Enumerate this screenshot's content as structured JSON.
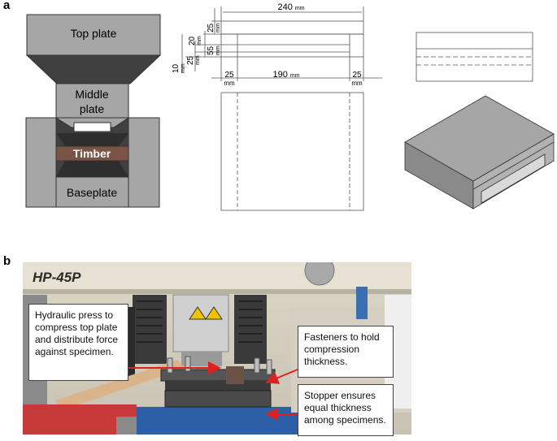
{
  "panel_a": {
    "letter": "a",
    "press": {
      "top_plate": "Top plate",
      "middle_plate_line1": "Middle",
      "middle_plate_line2": "plate",
      "timber": "Timber",
      "baseplate": "Baseplate"
    },
    "dimensions": {
      "width_total": "240",
      "width_middle": "190",
      "left_margin": "25",
      "right_margin": "25",
      "top_height": "25",
      "h_20": "20",
      "h_55": "55",
      "h_25": "25",
      "h_10": "10",
      "unit": "mm"
    }
  },
  "panel_b": {
    "letter": "b",
    "machine_label": "HP-45P",
    "callouts": {
      "hydraulic": "Hydraulic press to compress top plate and distribute force against specimen.",
      "fasteners": "Fasteners to hold compression thickness.",
      "stopper": "Stopper ensures equal thickness among specimens."
    }
  },
  "colors": {
    "plate_grey": "#a6a6a6",
    "dark_grey": "#404040",
    "timber_brown": "#7a5446",
    "callout_arrow": "#e02020"
  }
}
